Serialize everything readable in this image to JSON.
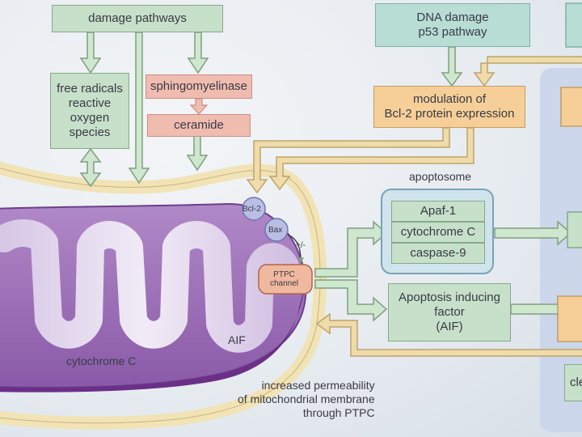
{
  "boxes": {
    "damage_pathways": "damage pathways",
    "dna_damage": "DNA damage\np53 pathway",
    "free_radicals": "free radicals\nreactive\noxygen\nspecies",
    "sphingomyelinase": "sphingomyelinase",
    "ceramide": "ceramide",
    "modulation": "modulation of\nBcl-2 protein expression",
    "apaf1": "Apaf-1",
    "cytochrome_c": "cytochrome C",
    "caspase9": "caspase-9",
    "aif_box": "Apoptosis inducing\nfactor\n(AIF)",
    "cle_partial": "cle"
  },
  "labels": {
    "apoptosome": "apoptosome",
    "bcl2": "Bcl-2",
    "bax": "Bax",
    "plus_minus": "+/-",
    "ptpc": "PTPC\nchannel",
    "aif": "AIF",
    "cytochrome_c_mito": "cytochrome C",
    "permeability": "increased permeability\nof mitochondrial membrane\nthrough PTPC"
  },
  "colors": {
    "green_box": "#c7e0c9",
    "teal_box": "#b7ddd5",
    "pink_box": "#f0bcb0",
    "orange_box": "#f6cf98",
    "mitochondrion": "#9c6fb8",
    "membrane": "#f1e3b5",
    "arrow_green": "#cfe6cf",
    "arrow_tan": "#f0dcaa"
  }
}
